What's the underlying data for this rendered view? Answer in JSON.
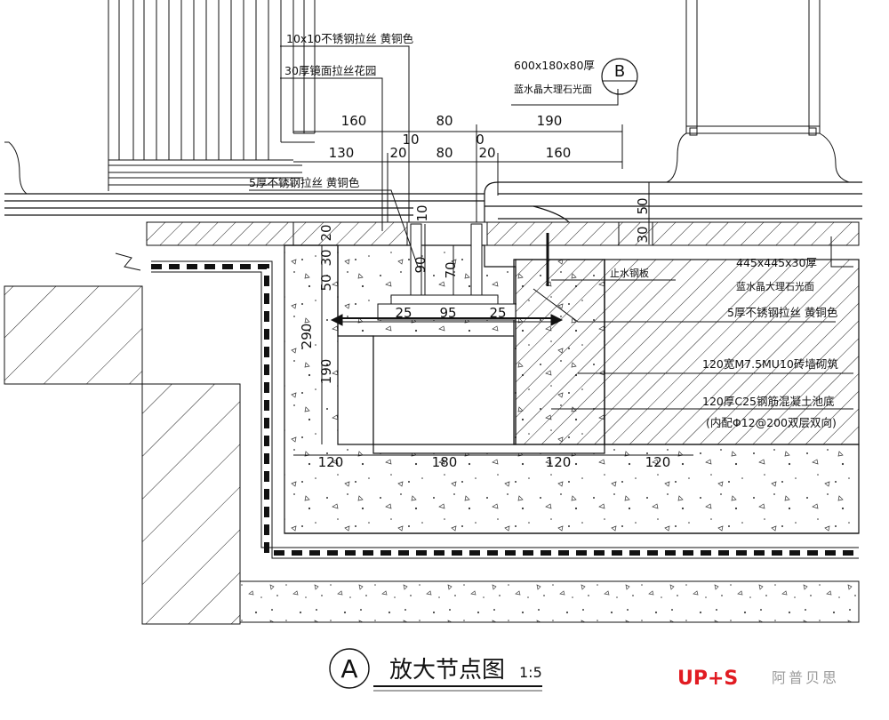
{
  "title": {
    "marker": "A",
    "text": "放大节点图",
    "scale": "1:5"
  },
  "brand": {
    "logo": "UP+S",
    "name": "阿普贝思",
    "color_red": "#e11b22",
    "color_gray": "#9a9a9a"
  },
  "callouts": {
    "top_a": "10x10不锈钢拉丝 黄铜色",
    "top_b": "30厚镜面拉丝花园",
    "marble_1_size": "600x180x80厚",
    "marble_1_name": "蓝水晶大理石光面",
    "section_marker": "B",
    "steel_strip": "5厚不锈钢拉丝 黄铜色",
    "waterstop": "止水钢板",
    "marble_2_size": "445x445x30厚",
    "marble_2_name": "蓝水晶大理石光面",
    "steel_5": "5厚不锈钢拉丝 黄铜色",
    "brick": "120宽M7.5MU10砖墙砌筑",
    "concrete": "120厚C25钢筋混凝土池底",
    "rebar": "(内配Φ12@200双层双向)"
  },
  "dimensions": {
    "top_row1": [
      "160",
      "80",
      "190"
    ],
    "top_row_small": [
      "10",
      "0"
    ],
    "top_row2": [
      "130",
      "20",
      "80",
      "20",
      "160"
    ],
    "right_top": "50",
    "right_30": "30",
    "channel": [
      "25",
      "95",
      "25"
    ],
    "channel_90": "90",
    "channel_70": "70",
    "channel_10": "10",
    "left_stack": [
      "20",
      "30",
      "50",
      "290",
      "190"
    ],
    "bottom_row": [
      "120",
      "180",
      "120",
      "120"
    ]
  }
}
